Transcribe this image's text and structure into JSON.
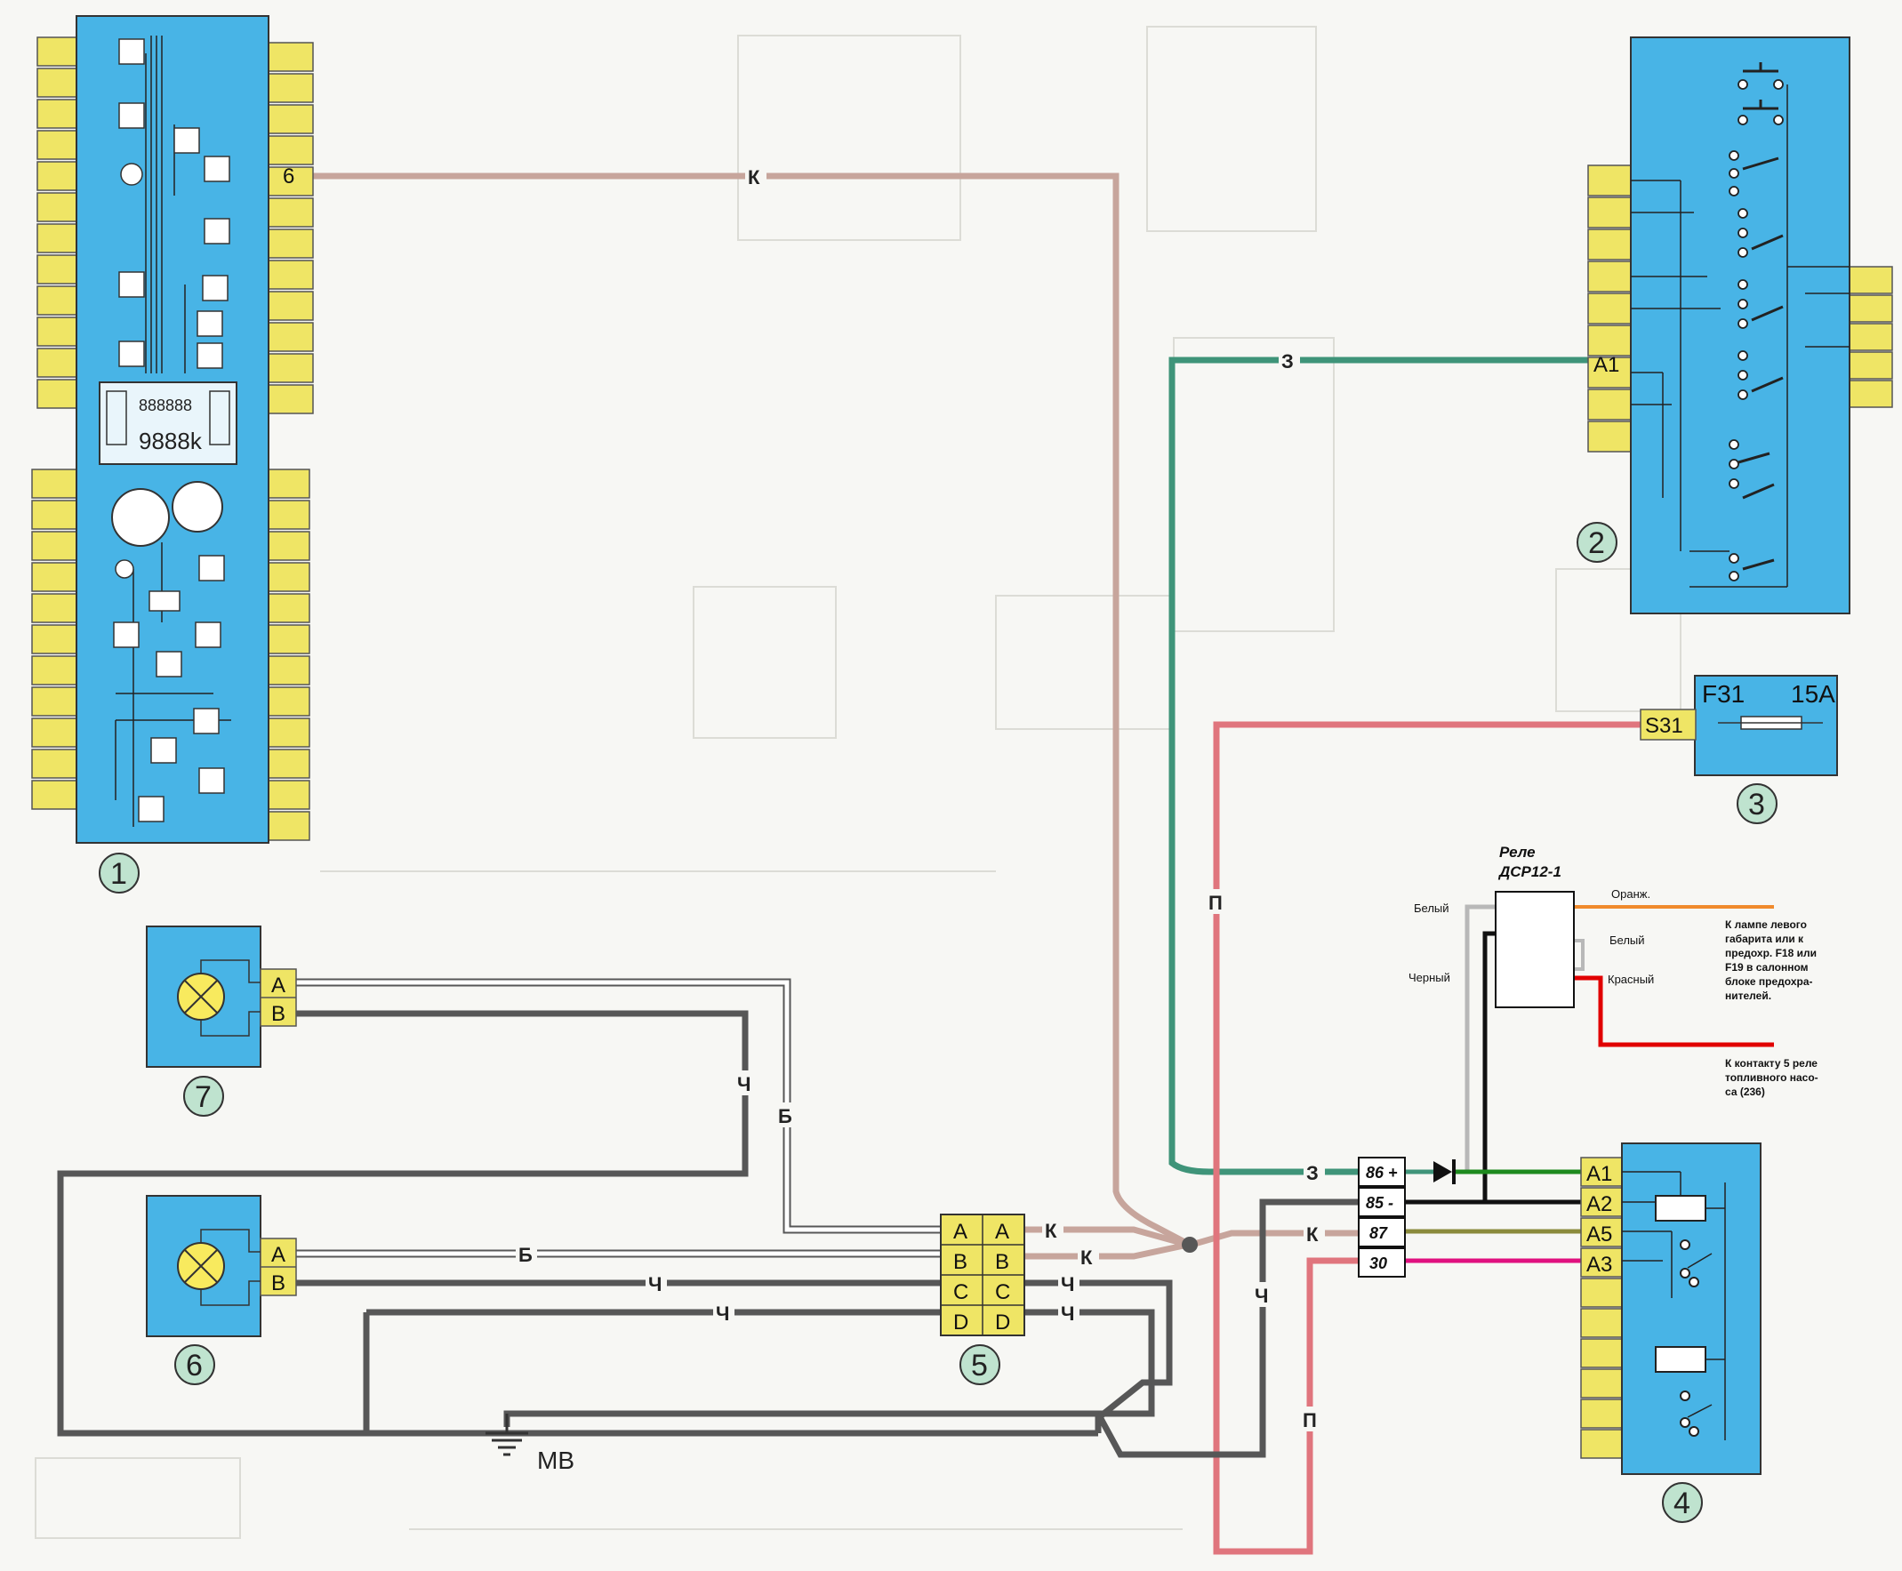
{
  "colors": {
    "panel": "#48b4e6",
    "pin": "#efe565",
    "wire_pink": "#c7a59c",
    "wire_green": "#3f9479",
    "wire_dark": "#575757",
    "wire_white": "#ffffff",
    "wire_red_p": "#e0757d",
    "wire_orange": "#f08a2c",
    "wire_red": "#e10000",
    "wire_magenta": "#e0107f",
    "wire_olive": "#8b8b3c",
    "wire_grey": "#b8b8b8",
    "wire_darkgreen": "#1e8a1e"
  },
  "components": {
    "c1": "1",
    "c2": "2",
    "c3": "3",
    "c4": "4",
    "c5": "5",
    "c6": "6",
    "c7": "7"
  },
  "panel1": {
    "pin_6": "6",
    "lcd_top": "888888",
    "lcd_bottom": "9888k"
  },
  "panel2": {
    "pin_a1": "A1"
  },
  "panel3": {
    "pin_s31": "S31",
    "fuse": "F31",
    "rating": "15A"
  },
  "panel4": {
    "pins": [
      "A1",
      "A2",
      "A5",
      "A3"
    ]
  },
  "connector5": {
    "rows": [
      "A",
      "B",
      "C",
      "D"
    ]
  },
  "lamp7": {
    "pin_a": "A",
    "pin_b": "B"
  },
  "lamp6": {
    "pin_a": "A",
    "pin_b": "B"
  },
  "relay": {
    "title_1": "Реле",
    "title_2": "ДСР12-1",
    "terminals": [
      "86 +",
      "85 -",
      "87",
      "30"
    ],
    "wire_white_left": "Белый",
    "wire_black_left": "Черный",
    "wire_orange_right": "Оранж.",
    "wire_white_right": "Белый",
    "wire_red_right": "Красный"
  },
  "notes": {
    "lamp_1": "К лампе левого",
    "lamp_2": "габарита или к",
    "lamp_3": "предохр. F18 или",
    "lamp_4": "F19 в салонном",
    "lamp_5": "блоке предохра-",
    "lamp_6": "нителей.",
    "pump_1": "К контакту 5 реле",
    "pump_2": "топливного насо-",
    "pump_3": "са (236)"
  },
  "wire_labels": {
    "k": "К",
    "z": "З",
    "p": "П",
    "ch": "Ч",
    "b": "Б"
  },
  "ground": "МВ"
}
